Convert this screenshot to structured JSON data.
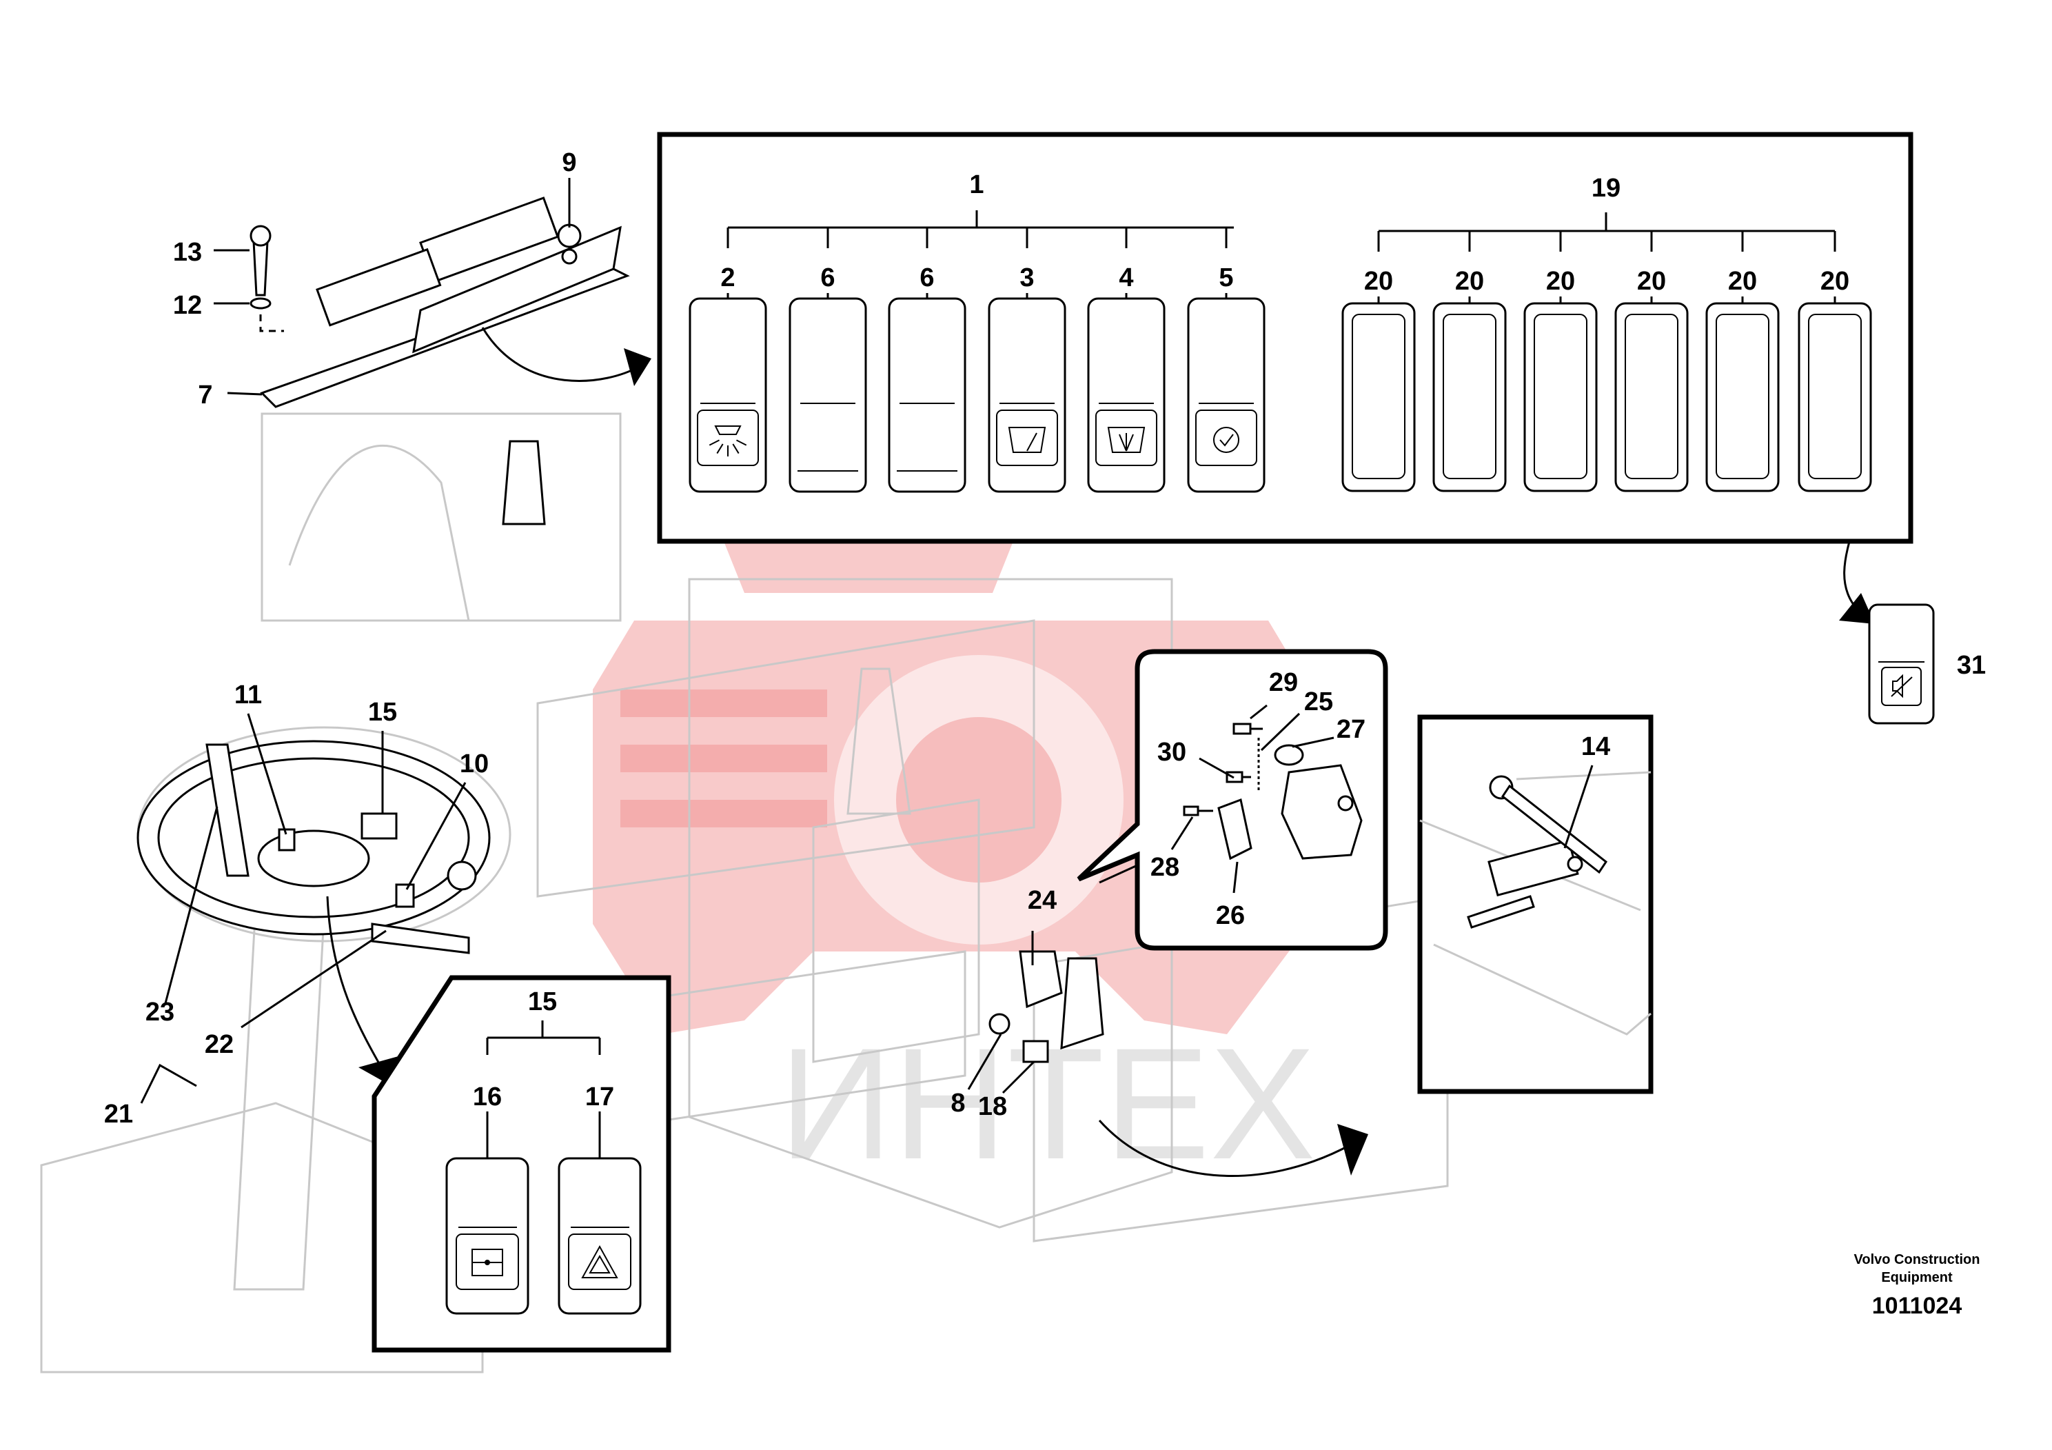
{
  "title": "",
  "watermark_text": "ИНТЕХ",
  "credit": {
    "line1": "Volvo Construction",
    "line2": "Equipment",
    "drawing_number": "1011024"
  },
  "panel_main": {
    "group1_label": "1",
    "group19_label": "19",
    "switches_left": [
      "2",
      "6",
      "6",
      "3",
      "4",
      "5"
    ],
    "switches_right": [
      "20",
      "20",
      "20",
      "20",
      "20",
      "20"
    ],
    "left_icons": [
      "work-light-icon",
      "blank",
      "blank",
      "wiper-icon",
      "washer-icon",
      "check-icon"
    ],
    "extra_switch_label": "31",
    "extra_switch_icon": "buzzer-mute-icon"
  },
  "panel_hazard": {
    "group_label": "15",
    "switches": [
      "16",
      "17"
    ],
    "icons": [
      "parking-brake-icon",
      "hazard-icon"
    ]
  },
  "panel_lever": {
    "labels": [
      "29",
      "25",
      "27",
      "30",
      "28",
      "26"
    ]
  },
  "panel_sensor": {
    "label": "14"
  },
  "callouts": [
    "9",
    "13",
    "12",
    "7",
    "11",
    "15",
    "10",
    "23",
    "22",
    "21",
    "24",
    "8",
    "18"
  ],
  "colors": {
    "line": "#000000",
    "ghost": "#c8c8c8",
    "watermark": "#f08a8a"
  }
}
